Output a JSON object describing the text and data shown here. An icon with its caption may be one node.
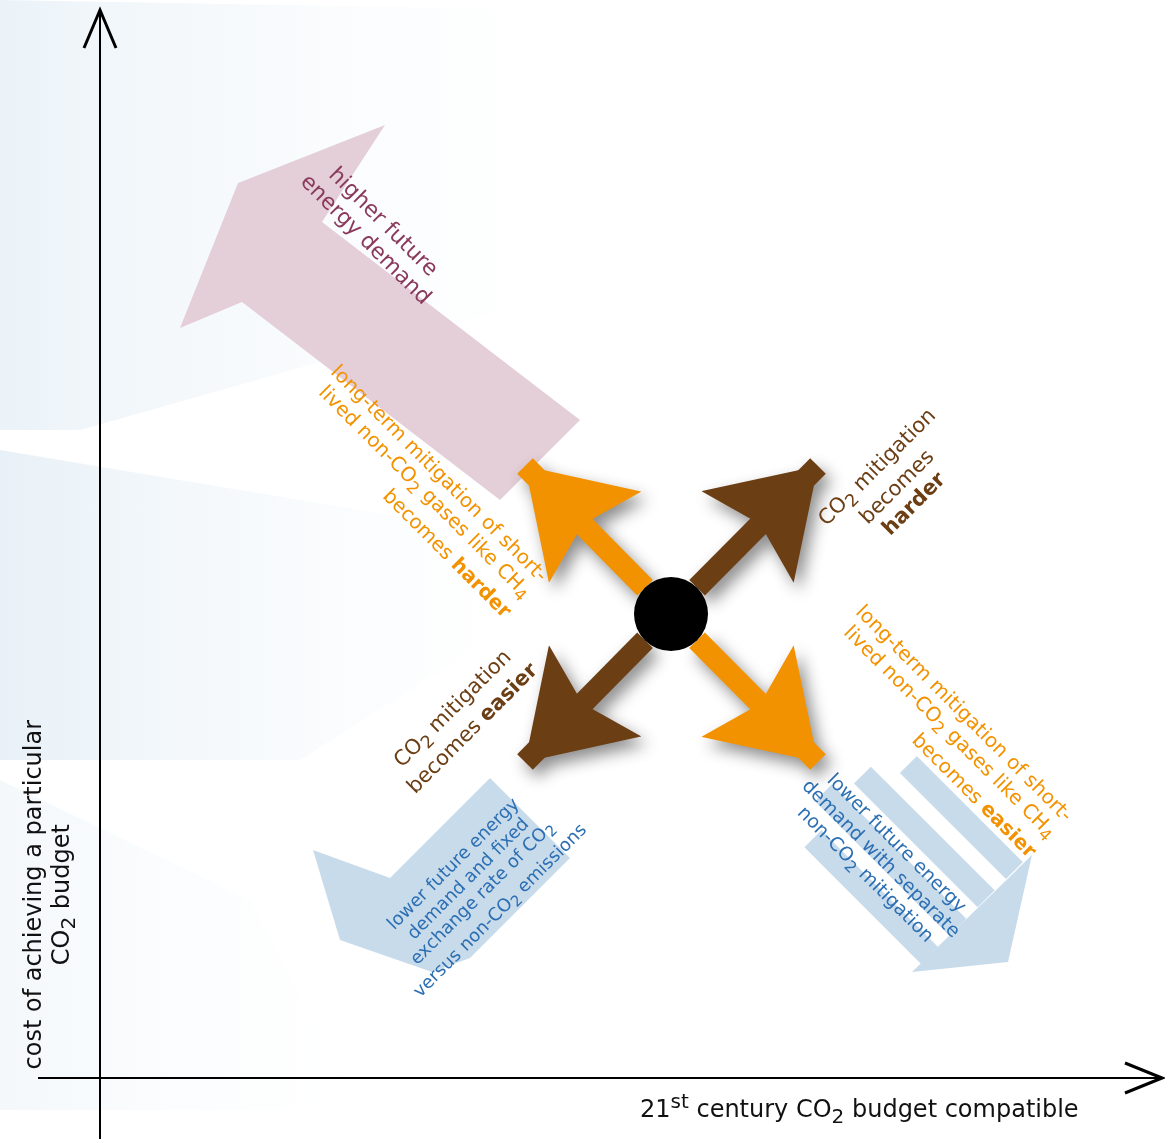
{
  "diagram": {
    "nodes": [
      {
        "text": [],
        "shape": "circle"
      },
      {
        "text": [
          "higher future energy demand"
        ]
      },
      {
        "text": [
          "long-term mitigation of short-lived non-CO$_{2}$ gases like CH$_{4}$ becomes **harder**"
        ]
      },
      {
        "text": [
          "CO$_{2}$ mitigation becomes **harder**"
        ]
      },
      {
        "text": [
          "CO$_{2}$ mitigation becomes **easier**"
        ]
      },
      {
        "text": [
          "long-term mitigation of short-lived non-CO$_{2}$ gases like CH$_{4}$ becomes **easier**"
        ]
      },
      {
        "text": [
          "lower future energy demand and fixed exchange rate of CO$_{2}$ versus non-CO$_{2}$ emissions"
        ]
      },
      {
        "text": [
          "lower future energy demand with separate non-CO$_{2}$ mitigation"
        ]
      }
    ],
    "edges": [
      {
        "from": 0,
        "to": 2,
        "arrow": "to",
        "color": "#f39200"
      },
      {
        "from": 0,
        "to": 3,
        "arrow": "to",
        "color": "#6b3e14"
      },
      {
        "from": 0,
        "to": 4,
        "arrow": "to",
        "color": "#6b3e14"
      },
      {
        "from": 0,
        "to": 5,
        "arrow": "to",
        "color": "#f39200"
      }
    ],
    "labels": [
      "cost of achieving a particular CO$_{2}$ budget",
      "21$^{st}$ century CO$_{2}$ budget compatible"
    ]
  }
}
